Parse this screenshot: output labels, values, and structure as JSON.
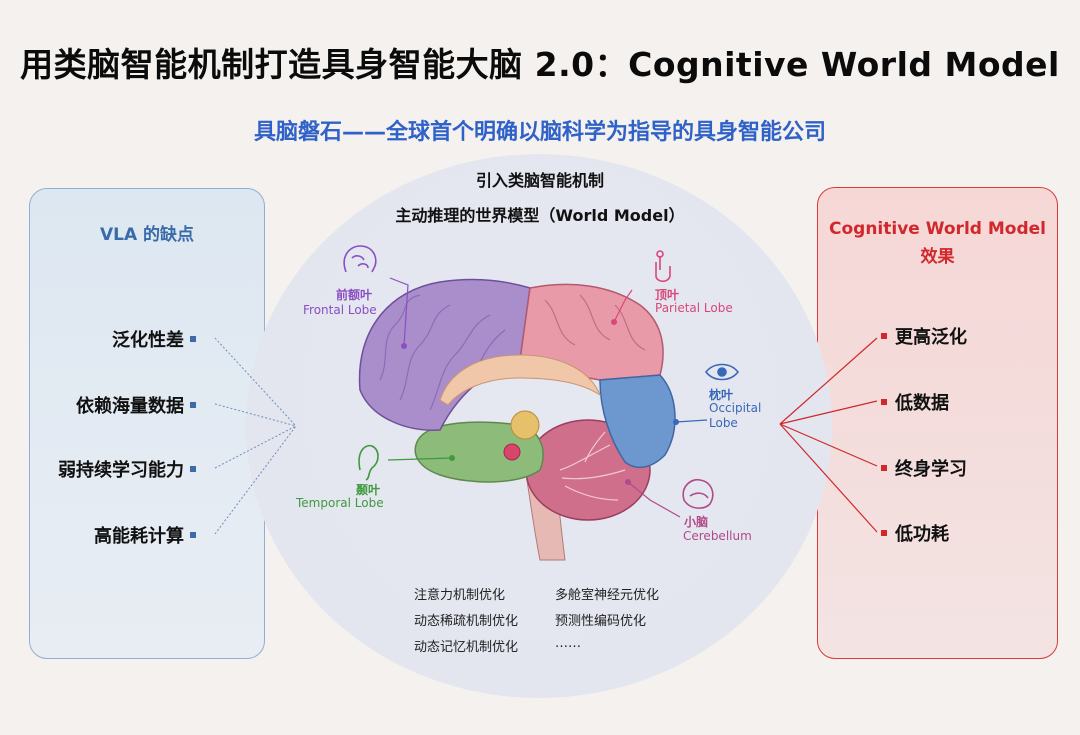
{
  "title": "用类脑智能机制打造具身智能大脑 2.0：Cognitive World Model",
  "subtitle": "具脑磐石——全球首个明确以脑科学为指导的具身智能公司",
  "center": {
    "heading1": "引入类脑智能机制",
    "heading2": "主动推理的世界模型（World Model）"
  },
  "left_panel": {
    "heading": "VLA 的缺点",
    "items": [
      "泛化性差",
      "依赖海量数据",
      "弱持续学习能力",
      "高能耗计算"
    ],
    "color": "#3d6aa8"
  },
  "right_panel": {
    "heading_line1": "Cognitive World Model",
    "heading_line2": "效果",
    "items": [
      "更高泛化",
      "低数据",
      "终身学习",
      "低功耗"
    ],
    "color": "#d0282c"
  },
  "lobes": {
    "frontal": {
      "cn": "前额叶",
      "en": "Frontal Lobe",
      "color": "#8a4fc2",
      "icon": "brain-head-icon"
    },
    "parietal": {
      "cn": "顶叶",
      "en": "Parietal Lobe",
      "color": "#d9477a",
      "icon": "pointing-hand-icon"
    },
    "occipital": {
      "cn": "枕叶",
      "en": "Occipital Lobe",
      "color": "#3868b8",
      "icon": "eye-icon"
    },
    "temporal": {
      "cn": "颞叶",
      "en": "Temporal Lobe",
      "color": "#3e9a3e",
      "icon": "ear-icon"
    },
    "cerebellum": {
      "cn": "小脑",
      "en": "Cerebellum",
      "color": "#b24a8a",
      "icon": "cerebellum-icon"
    }
  },
  "mechanisms": {
    "col1": [
      "注意力机制优化",
      "动态稀疏机制优化",
      "动态记忆机制优化"
    ],
    "col2": [
      "多舱室神经元优化",
      "预测性编码优化",
      "……"
    ]
  }
}
